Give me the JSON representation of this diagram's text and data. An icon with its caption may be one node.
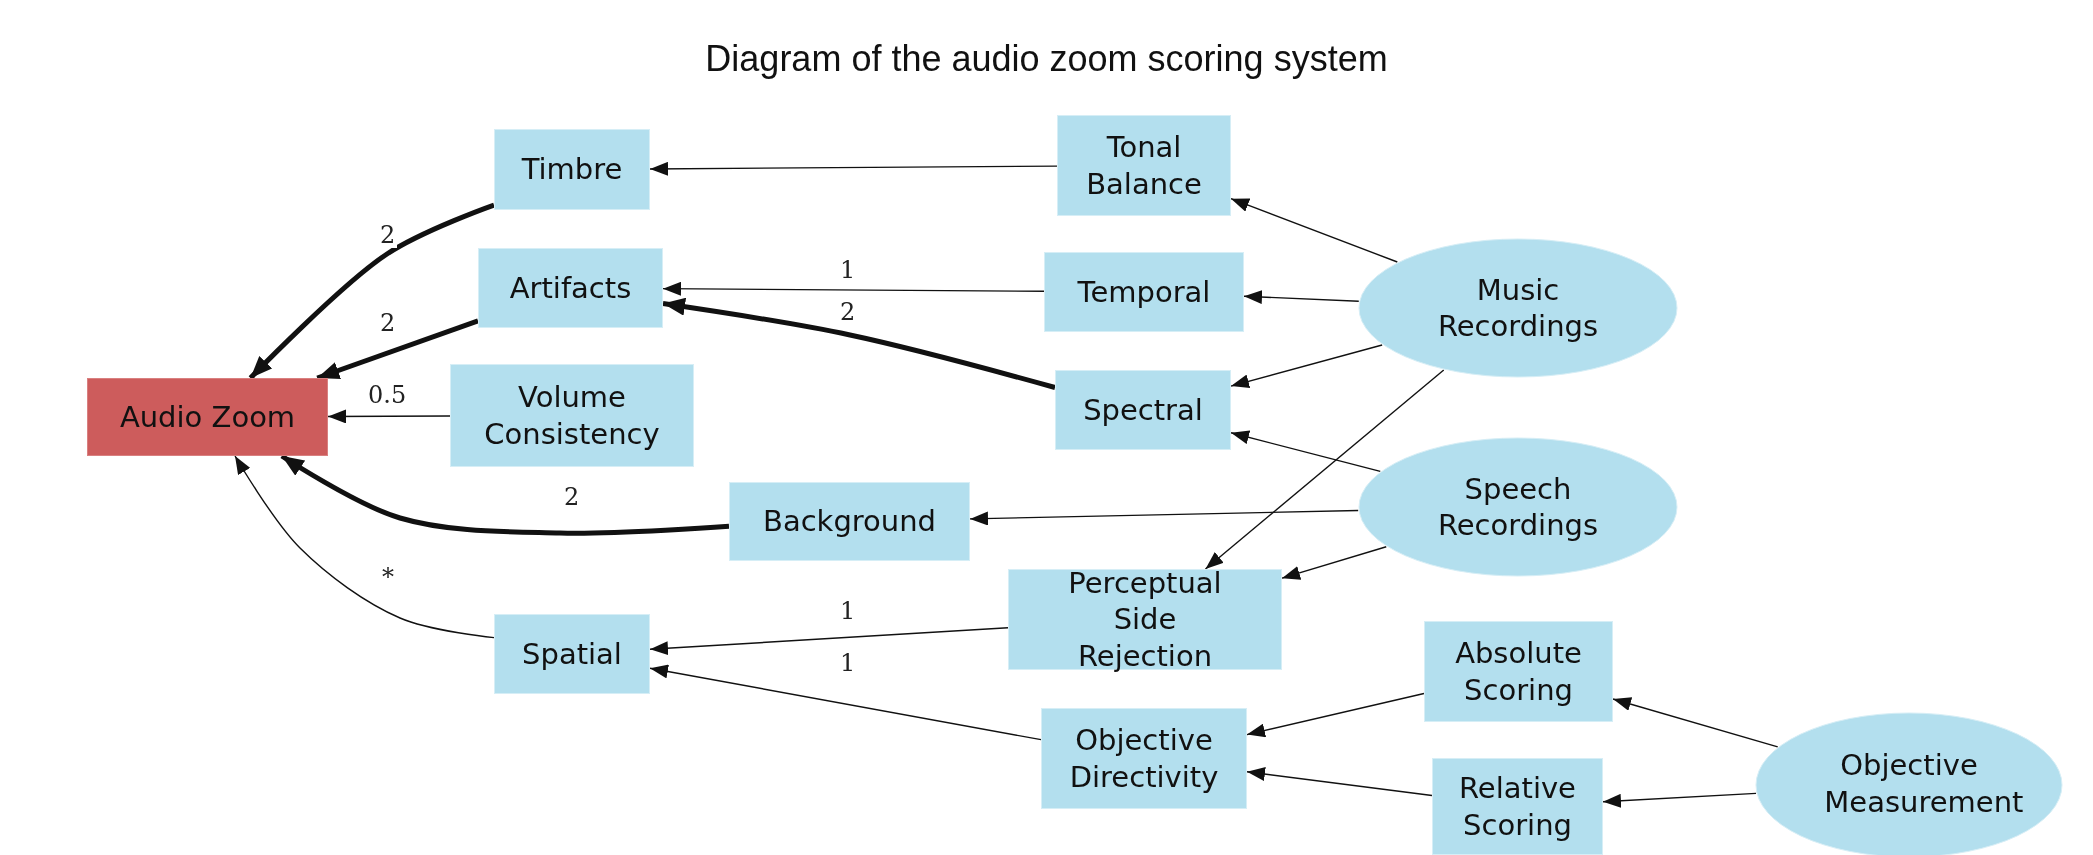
{
  "diagram": {
    "title": "Diagram of the audio zoom scoring system",
    "nodes": [
      {
        "text": [
          "Audio Zoom"
        ]
      },
      {
        "text": [
          "Timbre"
        ]
      },
      {
        "text": [
          "Artifacts"
        ]
      },
      {
        "text": [
          "Volume Consistency"
        ]
      },
      {
        "text": [
          "Background"
        ]
      },
      {
        "text": [
          "Spatial"
        ]
      },
      {
        "text": [
          "Tonal Balance"
        ]
      },
      {
        "text": [
          "Temporal"
        ]
      },
      {
        "text": [
          "Spectral"
        ]
      },
      {
        "text": [
          "Perceptual Side Rejection"
        ]
      },
      {
        "text": [
          "Objective Directivity"
        ]
      },
      {
        "text": [
          "Music Recordings"
        ]
      },
      {
        "text": [
          "Speech Recordings"
        ]
      },
      {
        "text": [
          "Absolute Scoring"
        ]
      },
      {
        "text": [
          "Relative Scoring"
        ]
      },
      {
        "text": [
          "Objective Measurement"
        ]
      }
    ],
    "edges": [
      {
        "from": 1,
        "to": 0,
        "arrow": "to",
        "label": "2",
        "style": "thick"
      },
      {
        "from": 2,
        "to": 0,
        "arrow": "to",
        "label": "2",
        "style": "thick"
      },
      {
        "from": 3,
        "to": 0,
        "arrow": "to",
        "label": "0.5"
      },
      {
        "from": 4,
        "to": 0,
        "arrow": "to",
        "label": "2",
        "style": "thick"
      },
      {
        "from": 5,
        "to": 0,
        "arrow": "to",
        "label": "*"
      },
      {
        "from": 6,
        "to": 1,
        "arrow": "to"
      },
      {
        "from": 7,
        "to": 2,
        "arrow": "to",
        "label": "1"
      },
      {
        "from": 8,
        "to": 2,
        "arrow": "to",
        "label": "2",
        "style": "thick"
      },
      {
        "from": 9,
        "to": 5,
        "arrow": "to",
        "label": "1"
      },
      {
        "from": 10,
        "to": 5,
        "arrow": "to",
        "label": "1"
      },
      {
        "from": 11,
        "to": 6,
        "arrow": "to"
      },
      {
        "from": 11,
        "to": 7,
        "arrow": "to"
      },
      {
        "from": 11,
        "to": 8,
        "arrow": "to"
      },
      {
        "from": 11,
        "to": 9,
        "arrow": "to"
      },
      {
        "from": 12,
        "to": 8,
        "arrow": "to"
      },
      {
        "from": 12,
        "to": 4,
        "arrow": "to"
      },
      {
        "from": 12,
        "to": 9,
        "arrow": "to"
      },
      {
        "from": 13,
        "to": 10,
        "arrow": "to"
      },
      {
        "from": 14,
        "to": 10,
        "arrow": "to"
      },
      {
        "from": 15,
        "to": 13,
        "arrow": "to"
      },
      {
        "from": 15,
        "to": 14,
        "arrow": "to"
      }
    ]
  }
}
